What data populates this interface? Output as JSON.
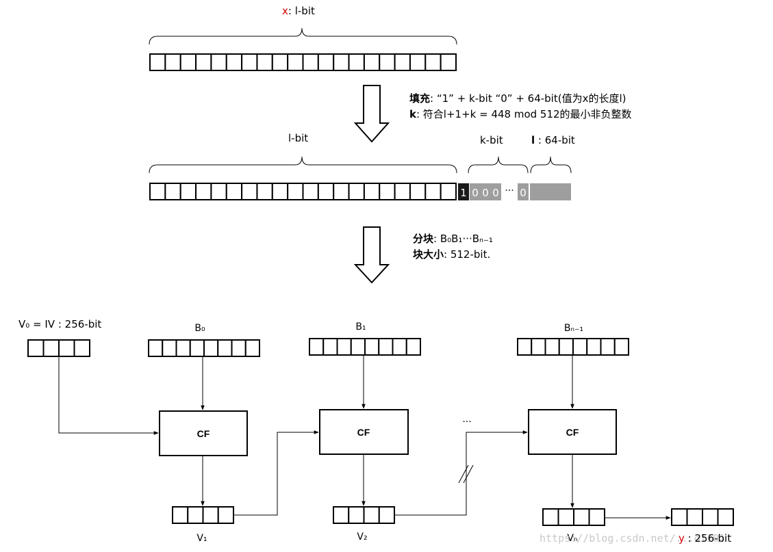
{
  "top_label": {
    "var": "x",
    "rest": ": l-bit"
  },
  "padding_note": {
    "line1_head": "填充",
    "line1_text": ": “1” + k-bit “0” + 64-bit(值为x的长度l)",
    "line2_head": "k",
    "line2_text": ": 符合l+1+k = 448 mod 512的最小非负整数"
  },
  "padded_labels": {
    "lbit": "l-bit",
    "kbit": "k-bit",
    "l64_head": "l",
    "l64_rest": " : 64-bit"
  },
  "pad_bits": {
    "one": "1",
    "zeros": [
      "0",
      "0",
      "0"
    ],
    "dots": "···",
    "last": "0"
  },
  "block_note": {
    "line1_head": "分块",
    "line1_text": ":  B₀B₁···Bₙ₋₁",
    "line2_head": "块大小",
    "line2_text": ": 512-bit."
  },
  "iv_label": "V₀  = IV : 256-bit",
  "blocks": [
    "B₀",
    "B₁",
    "Bₙ₋₁"
  ],
  "cf_label": "CF",
  "v_labels": [
    "V₁",
    "V₂",
    "Vₙ"
  ],
  "dots": "···",
  "output_label": {
    "var": "y",
    "rest": " : 256-bit"
  },
  "watermark": "https://blog.csdn.net/...o1101",
  "colors": {
    "pad_one": "#1a1a1a",
    "pad_bits": "#9e9e9e",
    "accent_red": "#d00000"
  }
}
